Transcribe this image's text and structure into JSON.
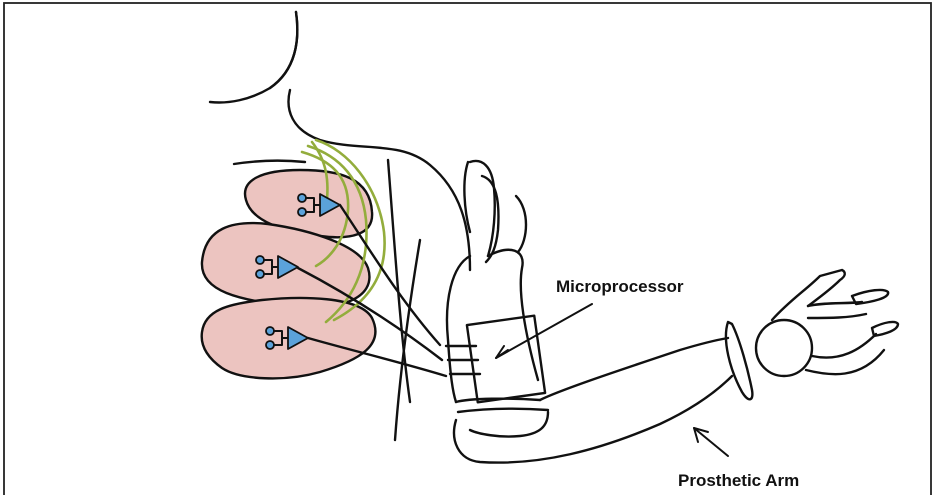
{
  "labels": {
    "microprocessor": "Microprocessor",
    "prosthetic_arm": "Prosthetic Arm"
  },
  "colors": {
    "muscle_fill": "#ecc4c0",
    "nerve": "#93ad3c",
    "amplifier_fill": "#5ba2da",
    "ink": "#111111",
    "frame": "#222222"
  },
  "icons": [
    "frame-border",
    "torso-outline",
    "muscle-flap",
    "nerve-fiber",
    "electrode-amplifier-icon",
    "prosthetic-arm",
    "microprocessor-box",
    "arrow"
  ]
}
